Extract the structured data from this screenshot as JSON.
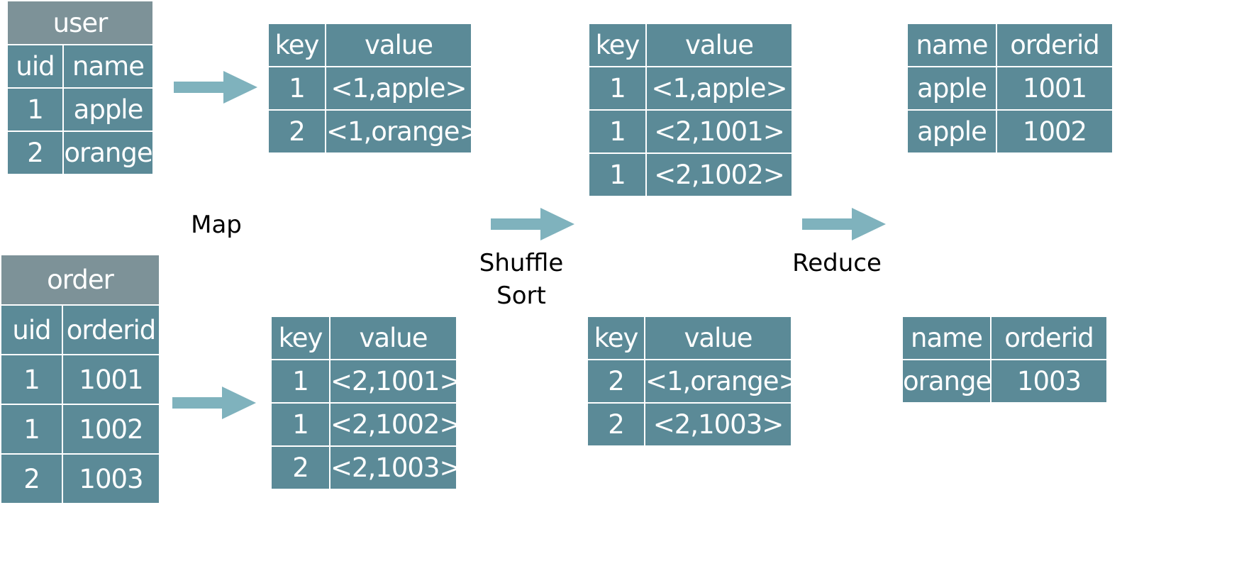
{
  "colors": {
    "cell": "#5b8a97",
    "title_cell": "#7d9298",
    "arrow": "#7fb2bd",
    "cell_text": "#ffffff"
  },
  "user_table": {
    "title": "user",
    "headers": [
      "uid",
      "name"
    ],
    "rows": [
      [
        "1",
        "apple"
      ],
      [
        "2",
        "orange"
      ]
    ]
  },
  "order_table": {
    "title": "order",
    "headers": [
      "uid",
      "orderid"
    ],
    "rows": [
      [
        "1",
        "1001"
      ],
      [
        "1",
        "1002"
      ],
      [
        "2",
        "1003"
      ]
    ]
  },
  "map_user_output": {
    "headers": [
      "key",
      "value"
    ],
    "rows": [
      [
        "1",
        "<1,apple>"
      ],
      [
        "2",
        "<1,orange>"
      ]
    ]
  },
  "map_order_output": {
    "headers": [
      "key",
      "value"
    ],
    "rows": [
      [
        "1",
        "<2,1001>"
      ],
      [
        "1",
        "<2,1002>"
      ],
      [
        "2",
        "<2,1003>"
      ]
    ]
  },
  "shuffle_group_1": {
    "headers": [
      "key",
      "value"
    ],
    "rows": [
      [
        "1",
        "<1,apple>"
      ],
      [
        "1",
        "<2,1001>"
      ],
      [
        "1",
        "<2,1002>"
      ]
    ]
  },
  "shuffle_group_2": {
    "headers": [
      "key",
      "value"
    ],
    "rows": [
      [
        "2",
        "<1,orange>"
      ],
      [
        "2",
        "<2,1003>"
      ]
    ]
  },
  "reduce_output_1": {
    "headers": [
      "name",
      "orderid"
    ],
    "rows": [
      [
        "apple",
        "1001"
      ],
      [
        "apple",
        "1002"
      ]
    ]
  },
  "reduce_output_2": {
    "headers": [
      "name",
      "orderid"
    ],
    "rows": [
      [
        "orange",
        "1003"
      ]
    ]
  },
  "labels": {
    "map": "Map",
    "shuffle_line1": "Shuffle",
    "shuffle_line2": "Sort",
    "reduce": "Reduce"
  }
}
